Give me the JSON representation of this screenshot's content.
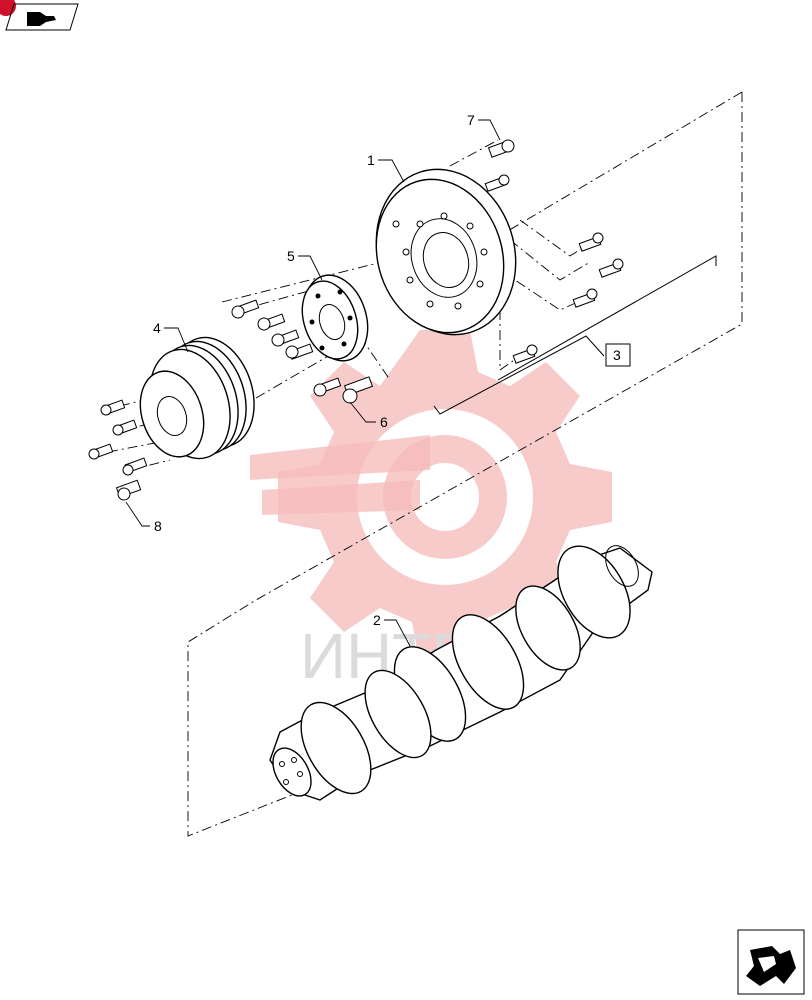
{
  "watermark": {
    "text": "ИНТЕХ",
    "color": "#f2a0a0"
  },
  "icons": {
    "top_left": "hand-pointer-icon",
    "bottom_right": "next-page-arrow-icon"
  },
  "callouts": {
    "p1": "1",
    "p2": "2",
    "p3": "3",
    "p4": "4",
    "p5": "5",
    "p6": "6",
    "p7": "7",
    "p8": "8"
  }
}
